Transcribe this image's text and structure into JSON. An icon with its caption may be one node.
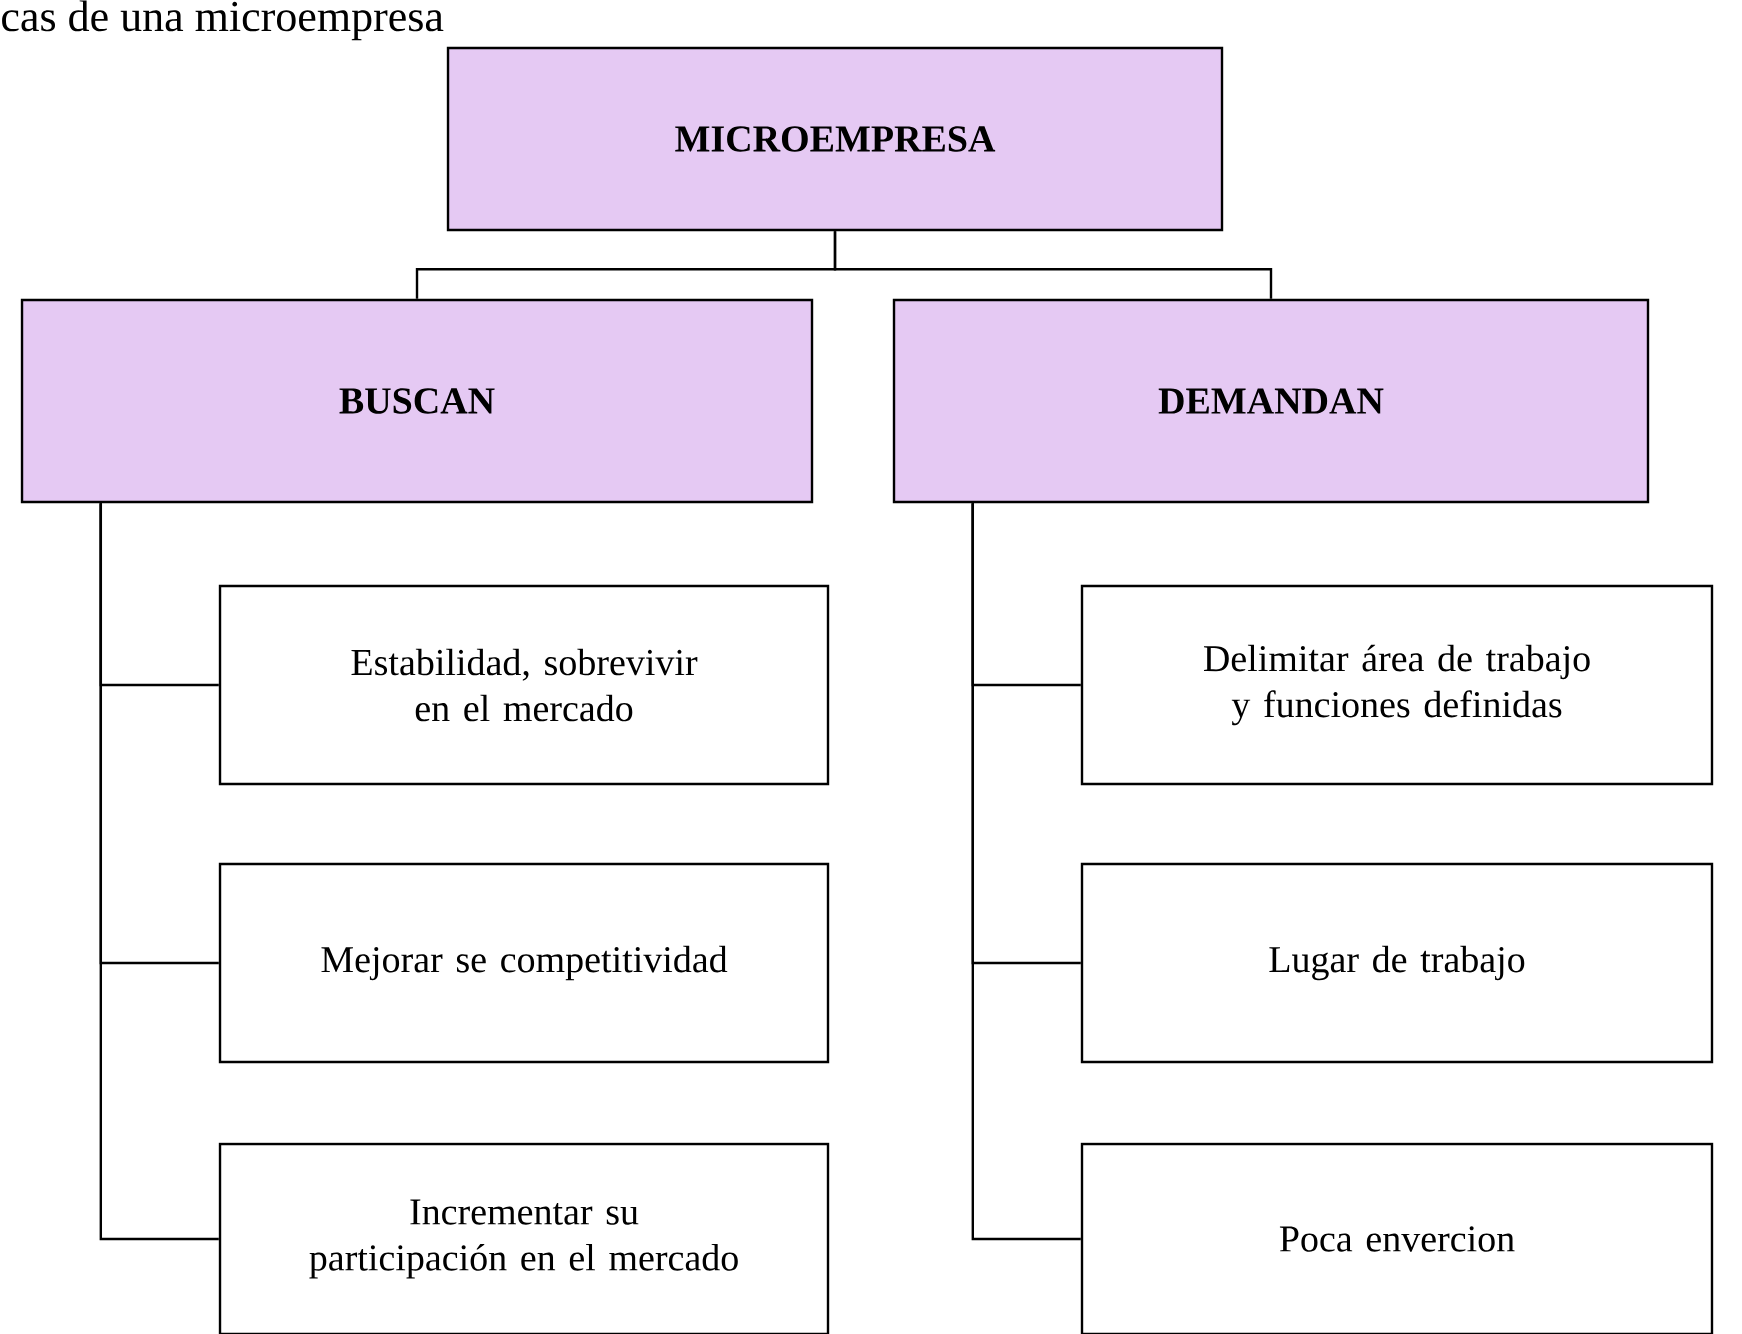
{
  "diagram": {
    "title": "cas de una microempresa",
    "nodes": [
      {
        "text": [
          "MICROEMPRESA"
        ]
      },
      {
        "text": [
          "BUSCAN"
        ]
      },
      {
        "text": [
          "DEMANDAN"
        ]
      },
      {
        "text": [
          "Estabilidad, sobrevivir en el mercado"
        ]
      },
      {
        "text": [
          "Mejorar se competitividad"
        ]
      },
      {
        "text": [
          "Incrementar su participación en el mercado"
        ]
      },
      {
        "text": [
          "Delimitar área de trabajo y funciones definidas"
        ]
      },
      {
        "text": [
          "Lugar de trabajo"
        ]
      },
      {
        "text": [
          "Poca envercion"
        ]
      }
    ],
    "edges": [
      {
        "from": 0,
        "to": 1,
        "arrow": "none"
      },
      {
        "from": 0,
        "to": 2,
        "arrow": "none"
      },
      {
        "from": 1,
        "to": 3,
        "arrow": "none"
      },
      {
        "from": 1,
        "to": 4,
        "arrow": "none"
      },
      {
        "from": 1,
        "to": 5,
        "arrow": "none"
      },
      {
        "from": 2,
        "to": 6,
        "arrow": "none"
      },
      {
        "from": 2,
        "to": 7,
        "arrow": "none"
      },
      {
        "from": 2,
        "to": 8,
        "arrow": "none"
      }
    ]
  }
}
